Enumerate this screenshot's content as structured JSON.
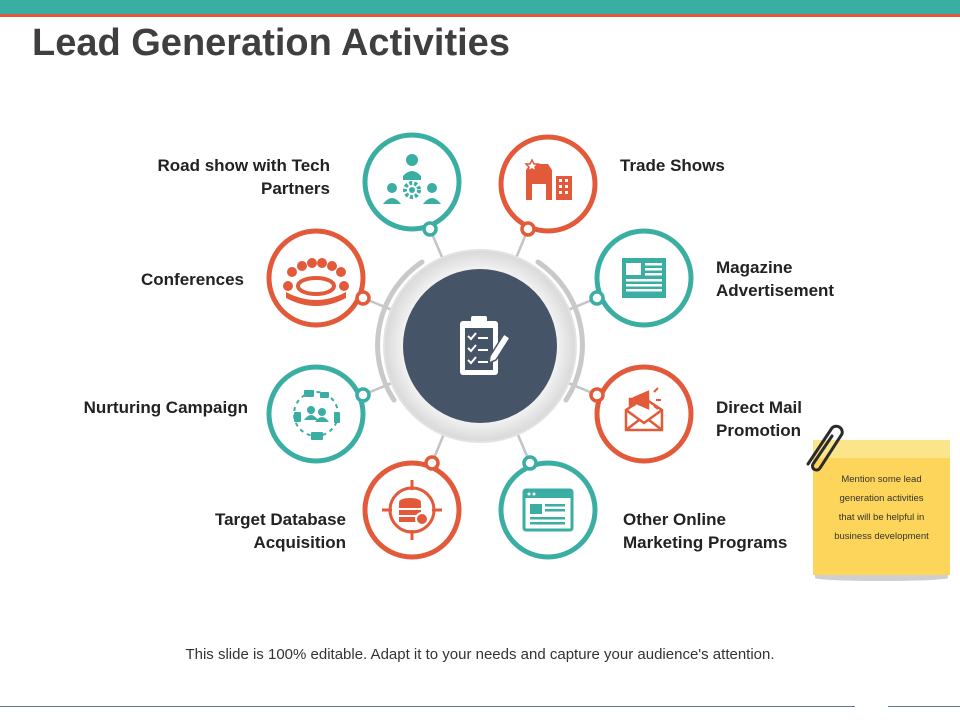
{
  "title": "Lead Generation Activities",
  "theme": {
    "teal": "#3aaea3",
    "orange": "#e35a3b",
    "hub": "#465468",
    "note": "#fcd55a"
  },
  "center": {
    "icon": "clipboard-checklist-icon"
  },
  "items": [
    {
      "id": "road-show",
      "lines": [
        "Road show with Tech",
        "Partners"
      ],
      "icon": "team-settings-icon",
      "color": "teal"
    },
    {
      "id": "trade-shows",
      "lines": [
        "Trade Shows"
      ],
      "icon": "exhibition-building-icon",
      "color": "orange"
    },
    {
      "id": "conferences",
      "lines": [
        "Conferences"
      ],
      "icon": "conference-table-icon",
      "color": "orange"
    },
    {
      "id": "magazine",
      "lines": [
        "Magazine",
        "Advertisement"
      ],
      "icon": "newspaper-icon",
      "color": "teal"
    },
    {
      "id": "nurturing",
      "lines": [
        "Nurturing Campaign"
      ],
      "icon": "communication-cycle-icon",
      "color": "teal"
    },
    {
      "id": "direct-mail",
      "lines": [
        "Direct Mail",
        "Promotion"
      ],
      "icon": "envelope-megaphone-icon",
      "color": "orange"
    },
    {
      "id": "target-db",
      "lines": [
        "Target Database",
        "Acquisition"
      ],
      "icon": "database-target-icon",
      "color": "orange"
    },
    {
      "id": "online",
      "lines": [
        "Other Online",
        "Marketing Programs"
      ],
      "icon": "browser-window-icon",
      "color": "teal"
    }
  ],
  "note": {
    "lines": [
      "Mention some lead",
      "generation activities",
      "that will be helpful in",
      "business development"
    ]
  },
  "footer": "This slide is 100% editable. Adapt it to your needs and capture your audience's attention."
}
